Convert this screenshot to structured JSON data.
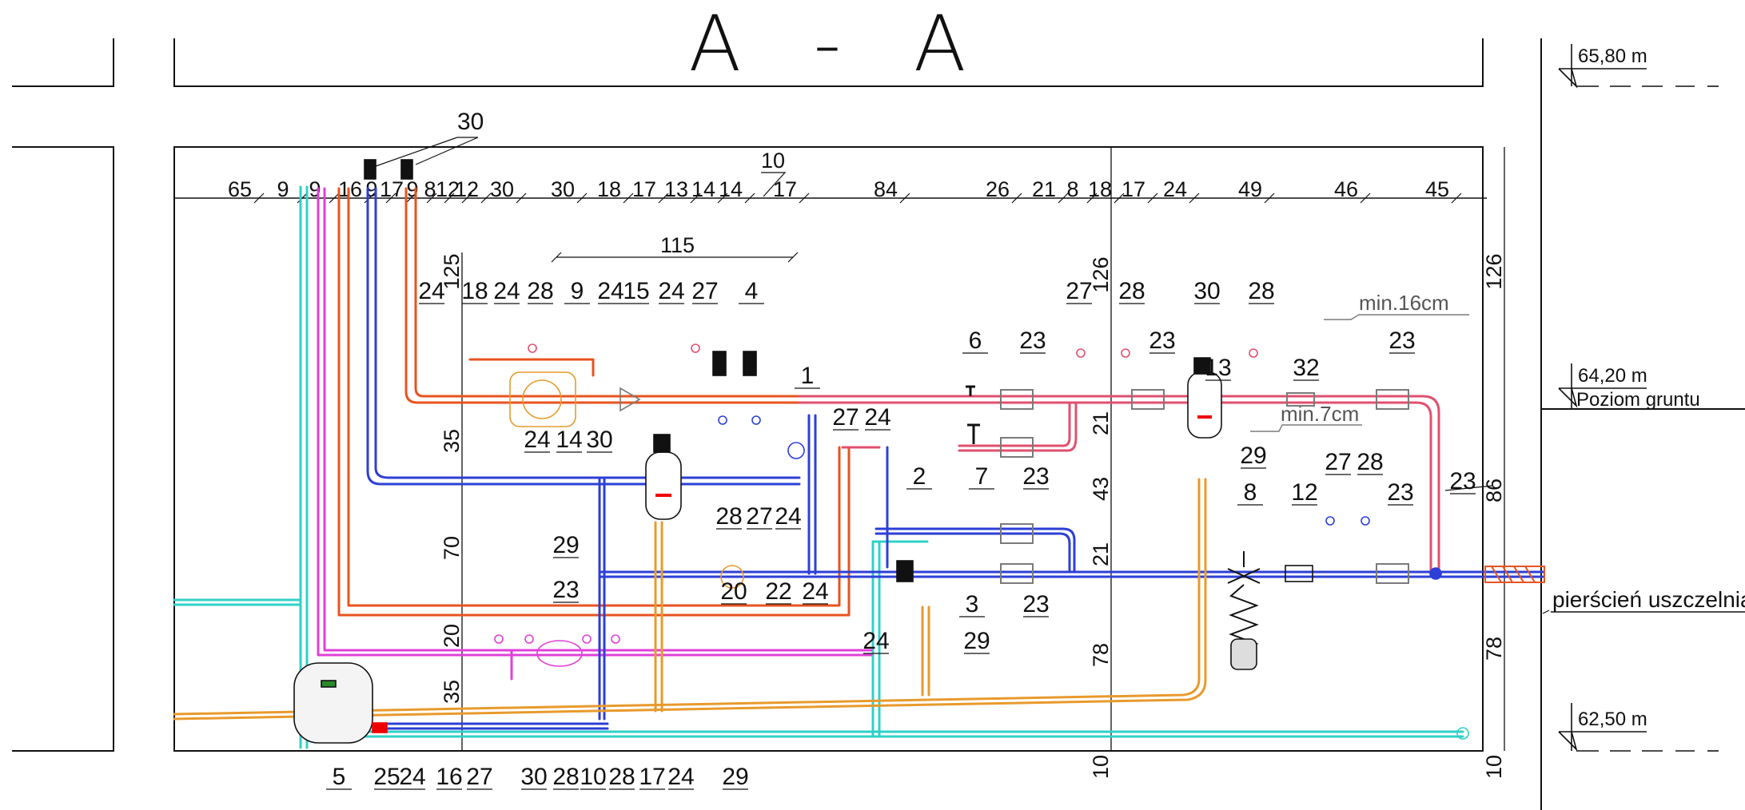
{
  "title": "A - A",
  "colors": {
    "supply": "#e8531f",
    "return": "#2d3fd6",
    "heated": "#e0506e",
    "cyan": "#2fd0c8",
    "magenta": "#e040d8",
    "ochre": "#e89a2c",
    "line": "#111111",
    "grey": "#7a7a7a"
  },
  "levels": [
    {
      "id": "top",
      "text": "65,80 m"
    },
    {
      "id": "ground",
      "text": "64,20 m",
      "sub": "Poziom gruntu"
    },
    {
      "id": "bottom",
      "text": "62,50 m"
    }
  ],
  "top_dims": [
    "65",
    "9",
    "9",
    "16",
    "9",
    "17",
    "9",
    "8",
    "12",
    "12",
    "30",
    "30",
    "18",
    "17",
    "13",
    "14",
    "14",
    "17",
    "84",
    "26",
    "21",
    "8",
    "18",
    "17",
    "24",
    "49",
    "46",
    "45"
  ],
  "dim_10": "10",
  "dim_115": "115",
  "left_vdims": [
    "125",
    "35",
    "70",
    "20",
    "35"
  ],
  "mid_vdims": [
    "126",
    "21",
    "43",
    "21",
    "78",
    "10"
  ],
  "right_vdims": [
    "126",
    "86",
    "78",
    "10"
  ],
  "min_notes": [
    "min.16cm",
    "min.7cm"
  ],
  "ring_label": "pierścień uszczelniający",
  "callouts_top": [
    "24",
    "18",
    "24",
    "28",
    "9",
    "24",
    "15",
    "24",
    "27",
    "4",
    "27",
    "28",
    "30",
    "28",
    "6",
    "23",
    "23",
    "13",
    "32",
    "23",
    "1",
    "7",
    "23",
    "27",
    "24",
    "2",
    "12",
    "27",
    "28",
    "23",
    "8",
    "29",
    "23"
  ],
  "callout_30": "30",
  "callouts_mid": [
    "24",
    "14",
    "30",
    "28",
    "27",
    "24",
    "29",
    "23",
    "20",
    "22",
    "24",
    "3",
    "29",
    "24",
    "23"
  ],
  "callouts_bottom": [
    "5",
    "25",
    "24",
    "16",
    "27",
    "30",
    "28",
    "10",
    "28",
    "17",
    "24",
    "29"
  ]
}
